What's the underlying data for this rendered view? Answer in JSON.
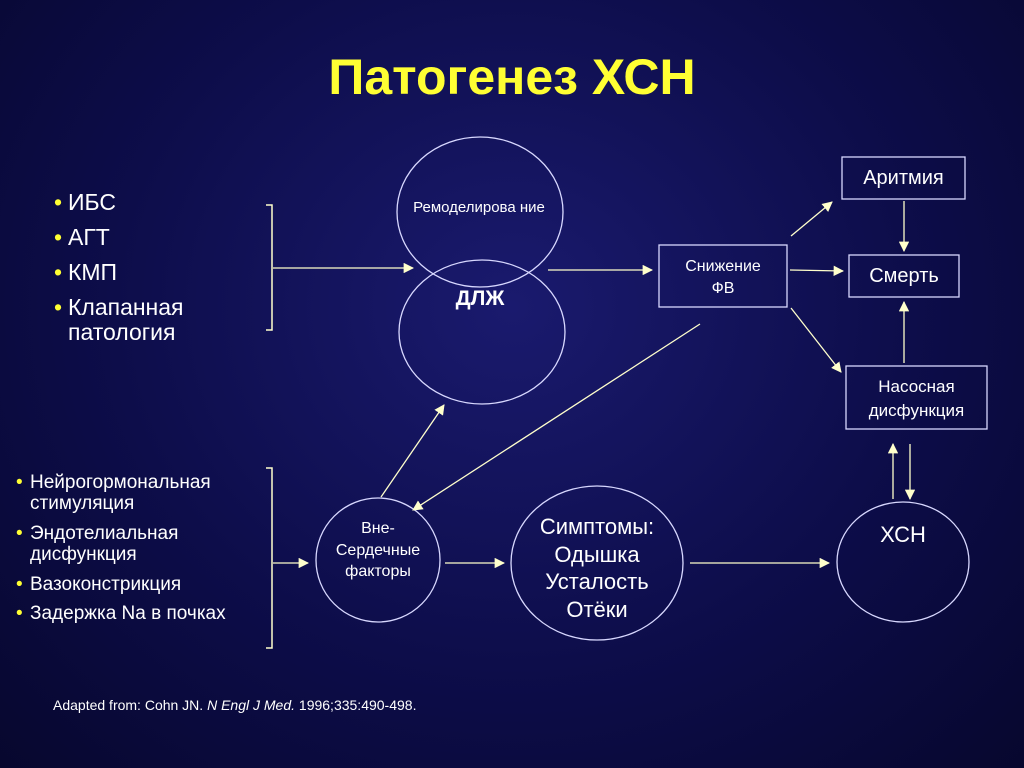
{
  "title": "Патогенез ХСН",
  "left_list_top": [
    "ИБС",
    "АГТ",
    "КМП",
    "Клапанная патология"
  ],
  "left_list_bottom": [
    "Нейрогормональная стимуляция",
    "Эндотелиальная дисфункция",
    "Вазоконстрикция",
    "Задержка Na в почках"
  ],
  "nodes": {
    "remodeling": "Ремоделирова ние",
    "dlzh": "ДЛЖ",
    "fv_line1": "Снижение",
    "fv_line2": "ФВ",
    "arrhythmia": "Аритмия",
    "death": "Смерть",
    "pump_line1": "Насосная",
    "pump_line2": "дисфункция",
    "extra_line1": "Вне-",
    "extra_line2": "Сердечные",
    "extra_line3": "факторы",
    "sym_line1": "Симптомы:",
    "sym_line2": "Одышка",
    "sym_line3": "Усталость",
    "sym_line4": "Отёки",
    "hf": "ХСН"
  },
  "citation": {
    "prefix": "Adapted from: Cohn JN. ",
    "journal": "N Engl J Med.",
    "suffix": " 1996;335:490-498."
  },
  "colors": {
    "title": "#ffff33",
    "bullet": "#ffff33",
    "line": "#ffffcc",
    "shape_stroke": "#d8d8ff"
  }
}
